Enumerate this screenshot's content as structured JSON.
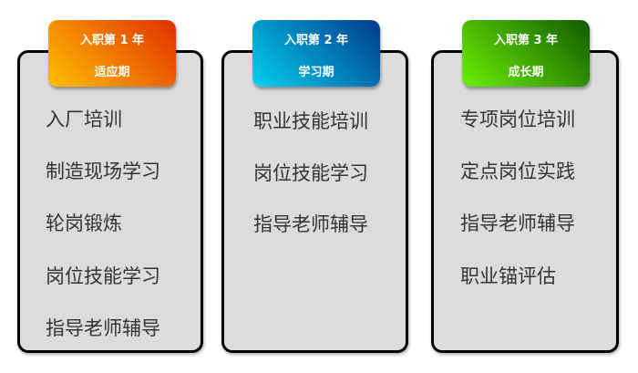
{
  "stages": [
    {
      "year": "入职第 1 年",
      "phase": "适应期",
      "color_from": "#ffc000",
      "color_to": "#e03000",
      "items": [
        "入厂培训",
        "制造现场学习",
        "轮岗锻炼",
        "岗位技能学习",
        "指导老师辅导"
      ]
    },
    {
      "year": "入职第 2 年",
      "phase": "学习期",
      "color_from": "#00d0f0",
      "color_to": "#003a8c",
      "items": [
        "职业技能培训",
        "岗位技能学习",
        "指导老师辅导"
      ]
    },
    {
      "year": "入职第 3 年",
      "phase": "成长期",
      "color_from": "#6cf000",
      "color_to": "#105a00",
      "items": [
        "专项岗位培训",
        "定点岗位实践",
        "指导老师辅导",
        "职业锚评估"
      ]
    }
  ]
}
